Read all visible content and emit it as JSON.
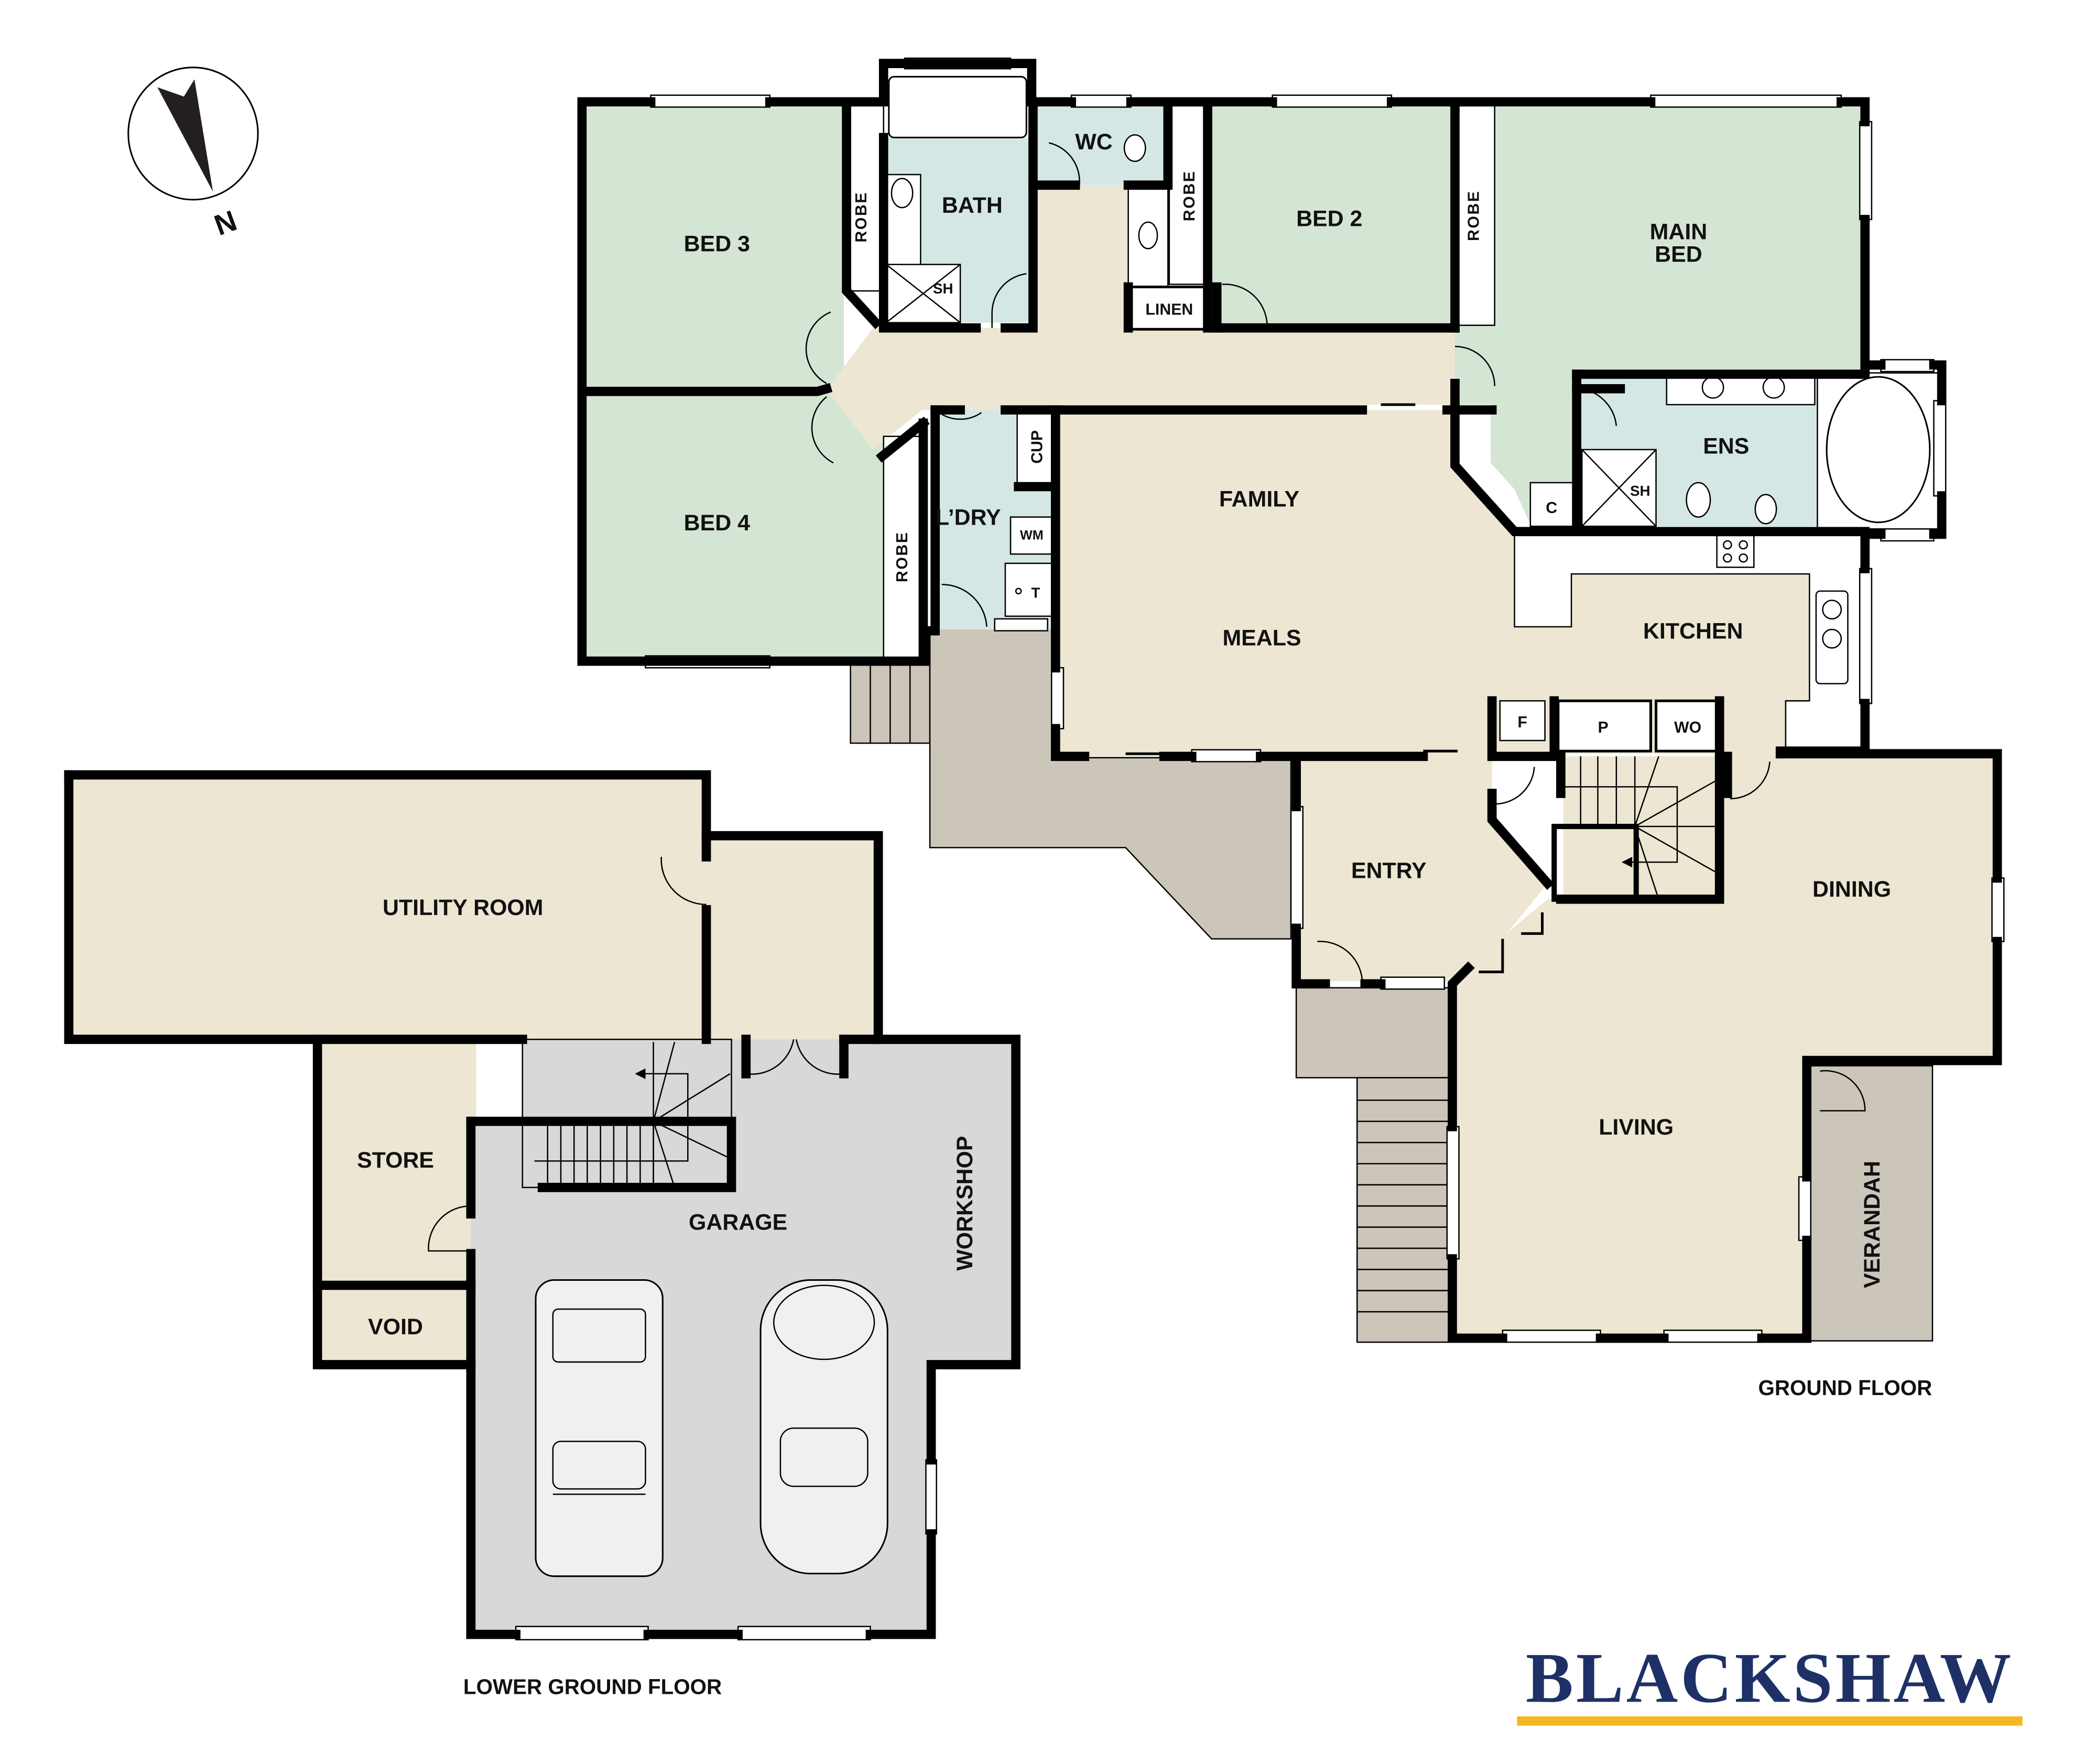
{
  "colors": {
    "bedroom": "#d5e5d3",
    "wet_area": "#d5e7e5",
    "living": "#ece6d2",
    "deck": "#ccc6ba",
    "garage": "#d8d8d8",
    "wall": "#000000",
    "logo_navy": "#1e3166",
    "logo_gold": "#f5b61f"
  },
  "compass": {
    "icon": "north-arrow-icon",
    "label": "N"
  },
  "ground_floor": {
    "title": "GROUND FLOOR",
    "rooms": {
      "bed3": "BED 3",
      "bed4": "BED 4",
      "bed2": "BED 2",
      "main_bed_line1": "MAIN",
      "main_bed_line2": "BED",
      "bath": "BATH",
      "wc": "WC",
      "ens": "ENS",
      "family": "FAMILY",
      "meals": "MEALS",
      "kitchen": "KITCHEN",
      "laundry": "L’DRY",
      "entry": "ENTRY",
      "dining": "DINING",
      "living": "LIVING",
      "verandah": "VERANDAH"
    },
    "fixtures": {
      "robe": "ROBE",
      "linen": "LINEN",
      "cupboard": "CUP",
      "washing_machine": "WM",
      "tub": "T",
      "shower": "SH",
      "closet": "C",
      "fridge": "F",
      "pantry": "P",
      "wall_oven": "WO"
    }
  },
  "lower_ground_floor": {
    "title": "LOWER GROUND FLOOR",
    "rooms": {
      "utility": "UTILITY ROOM",
      "store": "STORE",
      "void": "VOID",
      "garage": "GARAGE",
      "workshop": "WORKSHOP"
    }
  },
  "branding": {
    "logo_text": "BLACKSHAW"
  }
}
